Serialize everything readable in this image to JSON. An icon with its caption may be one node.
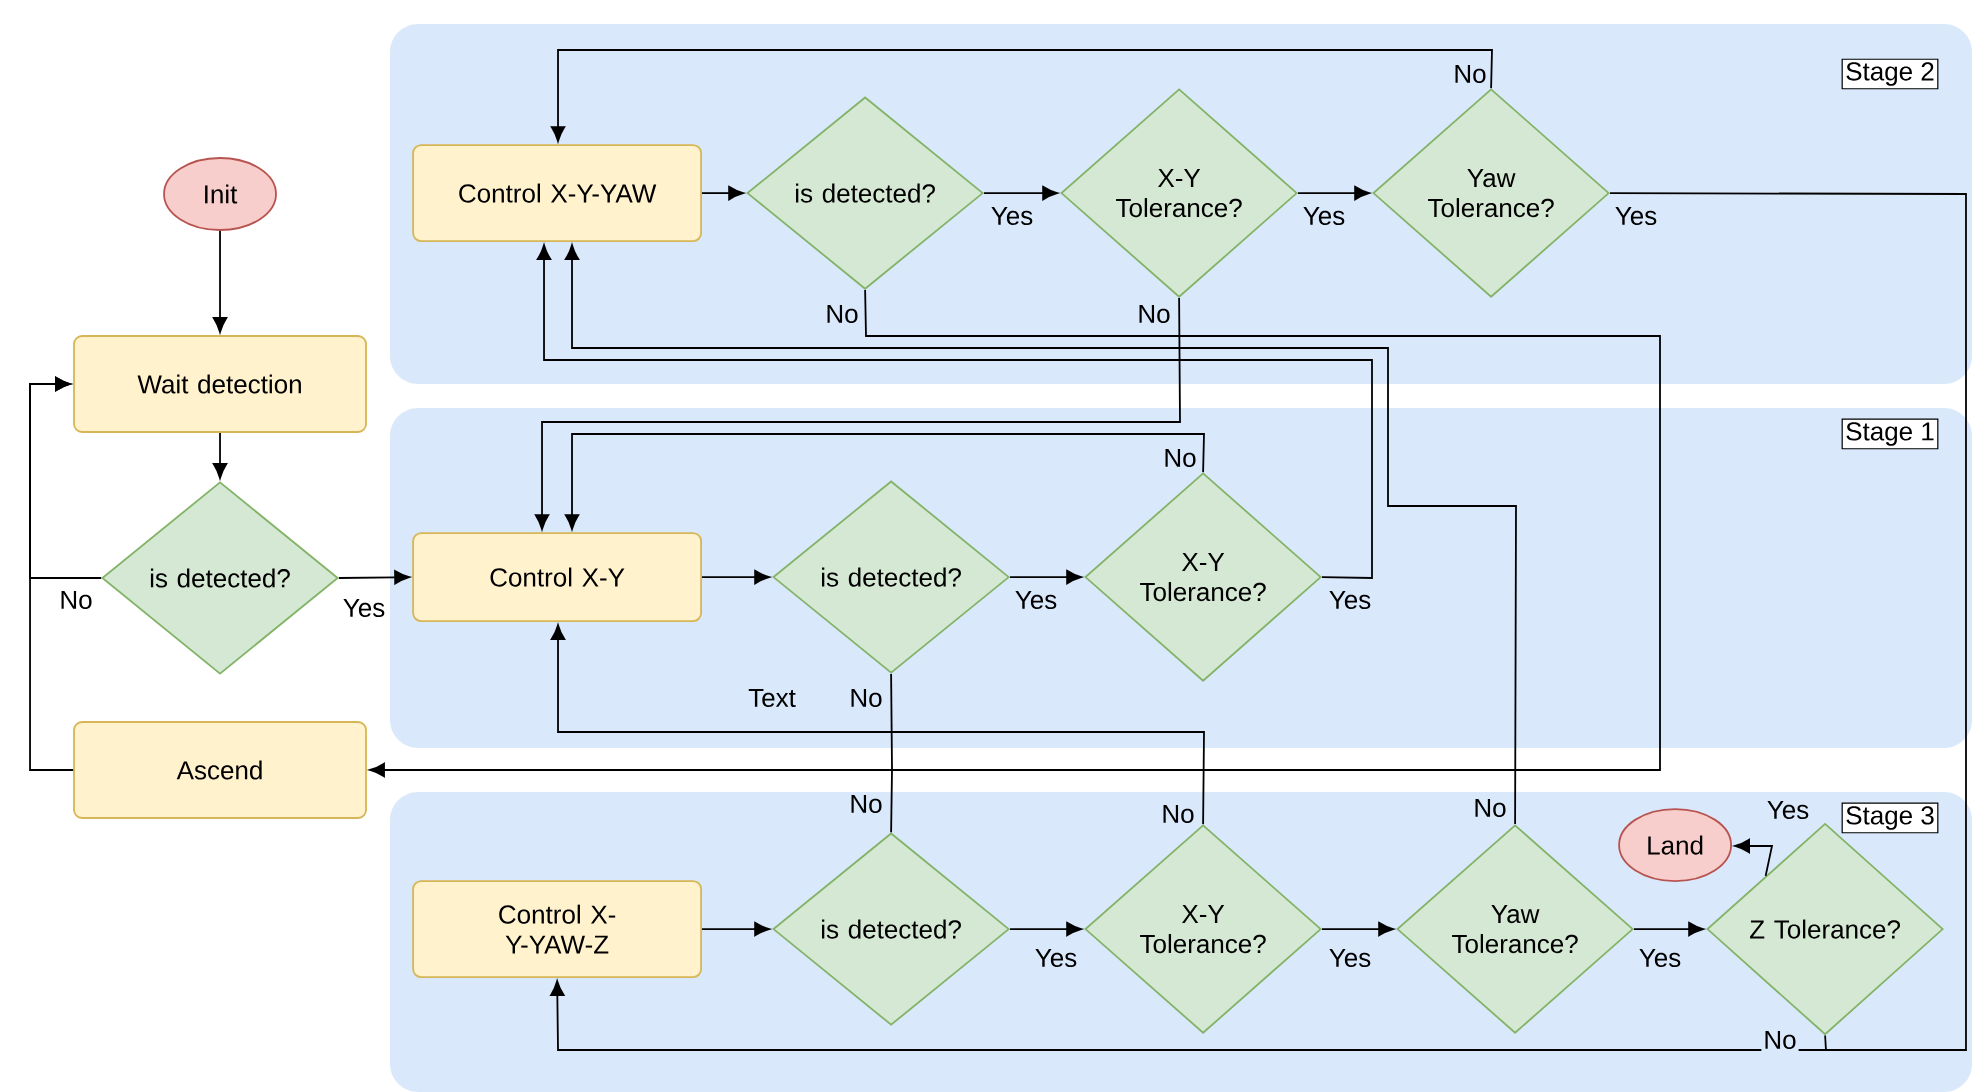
{
  "diagram": {
    "nodes": [
      {
        "text": [
          "Init"
        ]
      },
      {
        "text": [
          "Wait detection"
        ]
      },
      {
        "text": [
          "is detected?"
        ]
      },
      {
        "text": [
          "Ascend"
        ]
      },
      {
        "text": [
          "Stage 2"
        ]
      },
      {
        "text": [
          "Control X-Y-YAW"
        ],
        "in": 4
      },
      {
        "text": [
          "is detected?"
        ],
        "in": 4
      },
      {
        "text": [
          "X-Y Tolerance?"
        ],
        "in": 4
      },
      {
        "text": [
          "Yaw Tolerance?"
        ],
        "in": 4
      },
      {
        "text": [
          "Stage 1"
        ]
      },
      {
        "text": [
          "Control X-Y"
        ],
        "in": 9
      },
      {
        "text": [
          "is detected?"
        ],
        "in": 9
      },
      {
        "text": [
          "X-Y Tolerance?"
        ],
        "in": 9
      },
      {
        "text": [
          "Stage 3"
        ]
      },
      {
        "text": [
          "Control X-Y-YAW-Z"
        ],
        "in": 13
      },
      {
        "text": [
          "is detected?"
        ],
        "in": 13
      },
      {
        "text": [
          "X-Y Tolerance?"
        ],
        "in": 13
      },
      {
        "text": [
          "Yaw Tolerance?"
        ],
        "in": 13
      },
      {
        "text": [
          "Z Tolerance?"
        ],
        "in": 13
      },
      {
        "text": [
          "Land"
        ],
        "in": 13
      }
    ],
    "edges": [
      {
        "from": 0,
        "to": 1,
        "arrow": "to"
      },
      {
        "from": 1,
        "to": 2,
        "arrow": "to"
      },
      {
        "from": 2,
        "to": 1,
        "arrow": "to",
        "label": "No"
      },
      {
        "from": 3,
        "to": 1,
        "arrow": "to"
      },
      {
        "from": 2,
        "to": 10,
        "arrow": "to",
        "label": "Yes"
      },
      {
        "from": 5,
        "to": 6,
        "arrow": "to"
      },
      {
        "from": 6,
        "to": 7,
        "arrow": "to",
        "label": "Yes"
      },
      {
        "from": 7,
        "to": 8,
        "arrow": "to",
        "label": "Yes"
      },
      {
        "from": 8,
        "to": 5,
        "arrow": "to",
        "label": "No"
      },
      {
        "from": 8,
        "to": 14,
        "arrow": "to",
        "label": "Yes"
      },
      {
        "from": 6,
        "to": 3,
        "arrow": "to",
        "label": "No"
      },
      {
        "from": 7,
        "to": 10,
        "arrow": "to",
        "label": "No"
      },
      {
        "from": 10,
        "to": 11,
        "arrow": "to"
      },
      {
        "from": 11,
        "to": 12,
        "arrow": "to",
        "label": "Yes"
      },
      {
        "from": 12,
        "to": 10,
        "arrow": "to",
        "label": "No"
      },
      {
        "from": 12,
        "to": 5,
        "arrow": "to",
        "label": "Yes"
      },
      {
        "from": 11,
        "to": 3,
        "arrow": "to",
        "label": "No"
      },
      {
        "from": 14,
        "to": 15,
        "arrow": "to"
      },
      {
        "from": 15,
        "to": 16,
        "arrow": "to",
        "label": "Yes"
      },
      {
        "from": 16,
        "to": 17,
        "arrow": "to",
        "label": "Yes"
      },
      {
        "from": 17,
        "to": 18,
        "arrow": "to",
        "label": "Yes"
      },
      {
        "from": 16,
        "to": 10,
        "arrow": "to",
        "label": "No"
      },
      {
        "from": 17,
        "to": 5,
        "arrow": "to",
        "label": "No"
      },
      {
        "from": 15,
        "to": 3,
        "arrow": "to",
        "label": "No"
      },
      {
        "from": 18,
        "to": 19,
        "arrow": "to",
        "label": "Yes"
      },
      {
        "from": 18,
        "to": 14,
        "arrow": "to",
        "label": "No"
      }
    ],
    "labels": [
      "Text"
    ]
  }
}
